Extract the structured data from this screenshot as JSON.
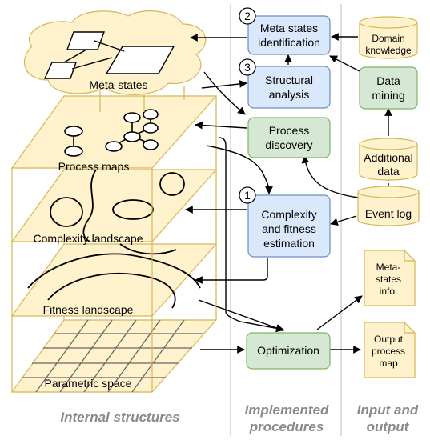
{
  "columns": {
    "internal": "Internal structures",
    "procedures": [
      "Implemented",
      "procedures"
    ],
    "io": [
      "Input and",
      "output"
    ]
  },
  "layers": {
    "meta_states": "Meta-states",
    "process_maps": "Process maps",
    "complexity": "Complexity landscape",
    "fitness": "Fitness landscape",
    "parametric": "Parametric space"
  },
  "procedures": {
    "meta_states_identification": {
      "number": "2",
      "lines": [
        "Meta states",
        "identification"
      ]
    },
    "structural_analysis": {
      "number": "3",
      "lines": [
        "Structural",
        "analysis"
      ]
    },
    "process_discovery": {
      "lines": [
        "Process",
        "discovery"
      ]
    },
    "complexity_fitness": {
      "number": "1",
      "lines": [
        "Complexity",
        "and fitness",
        "estimation"
      ]
    },
    "optimization": {
      "lines": [
        "Optimization"
      ]
    }
  },
  "io": {
    "domain_knowledge": [
      "Domain",
      "knowledge"
    ],
    "data_mining": [
      "Data",
      "mining"
    ],
    "additional_data": [
      "Additional",
      "data"
    ],
    "event_log": [
      "Event log"
    ],
    "meta_states_info": [
      "Meta-",
      "states",
      "info."
    ],
    "output_process_map": [
      "Output",
      "process",
      "map"
    ]
  },
  "colors": {
    "blue_fill": "#dae8fc",
    "blue_stroke": "#6c8ebf",
    "green_fill": "#d5e8d4",
    "green_stroke": "#82b366",
    "yellow_fill": "#fff2cc",
    "yellow_stroke": "#d6b656",
    "grey_title": "#8a8a8a"
  }
}
